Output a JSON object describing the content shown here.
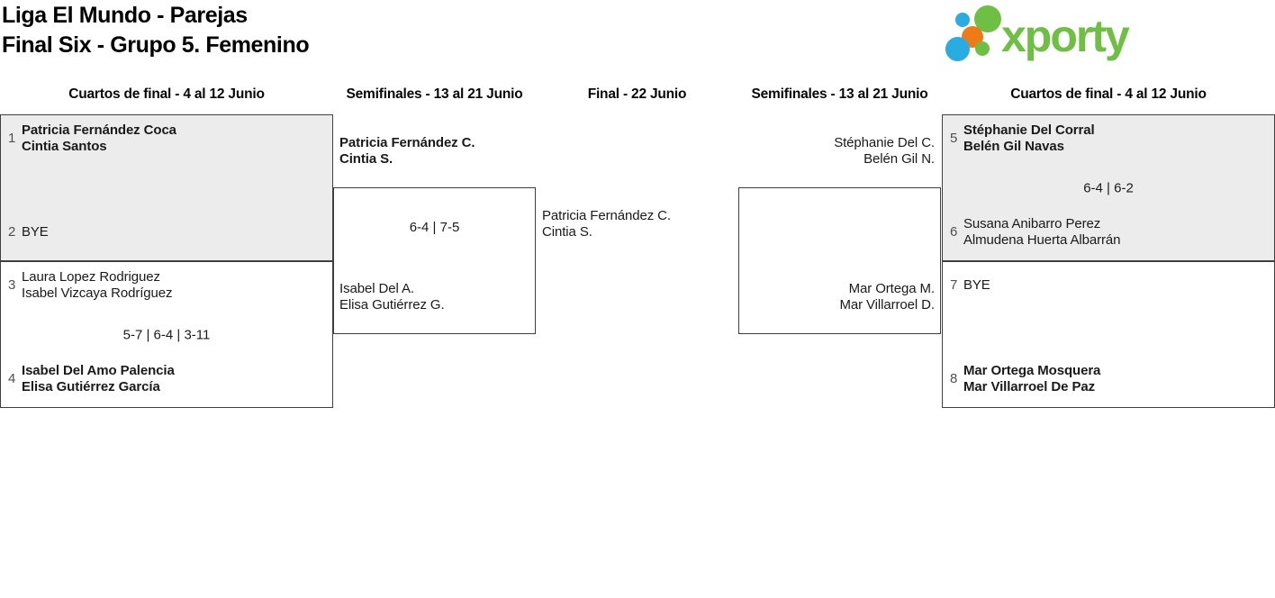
{
  "title": {
    "line1": "Liga El Mundo - Parejas",
    "line2": "Final Six - Grupo 5. Femenino"
  },
  "logo": {
    "wordmark": "xporty",
    "colors": {
      "green": "#6fbf44",
      "blue": "#2aabe2",
      "orange": "#ee7a18"
    }
  },
  "colors": {
    "box_highlight": "#ececec",
    "box_border": "#3f3f3f",
    "text": "#1a1a1a",
    "seed": "#4f4f4f"
  },
  "rounds": [
    {
      "label": "Cuartos de final - 4 al 12 Junio"
    },
    {
      "label": "Semifinales - 13 al 21 Junio"
    },
    {
      "label": "Final - 22 Junio"
    },
    {
      "label": "Semifinales - 13 al 21 Junio"
    },
    {
      "label": "Cuartos de final - 4 al 12 Junio"
    }
  ],
  "matches": {
    "qf_left_1": {
      "team1": {
        "seed": "1",
        "line1": "Patricia Fernández Coca",
        "line2": "Cintia Santos"
      },
      "team2": {
        "seed": "2",
        "line1": "BYE"
      },
      "score": ""
    },
    "qf_left_2": {
      "team1": {
        "seed": "3",
        "line1": "Laura Lopez Rodriguez",
        "line2": "Isabel Vizcaya Rodríguez"
      },
      "team2": {
        "seed": "4",
        "line1": "Isabel Del Amo Palencia",
        "line2": "Elisa Gutiérrez García"
      },
      "score": "5-7 | 6-4 | 3-11"
    },
    "sf_left": {
      "team1": {
        "line1": "Patricia Fernández C.",
        "line2": "Cintia S."
      },
      "team2": {
        "line1": "Isabel Del A.",
        "line2": "Elisa Gutiérrez G."
      },
      "score": "6-4 | 7-5"
    },
    "final": {
      "team1": {
        "line1": "Patricia Fernández C.",
        "line2": "Cintia S."
      }
    },
    "sf_right": {
      "team1": {
        "line1": "Stéphanie Del C.",
        "line2": "Belén Gil N."
      },
      "team2": {
        "line1": "Mar Ortega M.",
        "line2": "Mar Villarroel D."
      },
      "score": ""
    },
    "qf_right_1": {
      "team1": {
        "seed": "5",
        "line1": "Stéphanie Del Corral",
        "line2": "Belén Gil Navas"
      },
      "team2": {
        "seed": "6",
        "line1": "Susana Anibarro Perez",
        "line2": "Almudena Huerta Albarrán"
      },
      "score": "6-4 | 6-2"
    },
    "qf_right_2": {
      "team1": {
        "seed": "7",
        "line1": "BYE"
      },
      "team2": {
        "seed": "8",
        "line1": "Mar Ortega Mosquera",
        "line2": "Mar Villarroel De Paz"
      },
      "score": ""
    }
  }
}
